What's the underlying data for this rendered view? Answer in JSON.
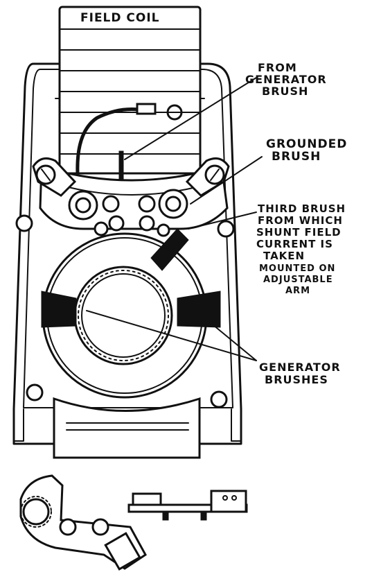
{
  "labels": {
    "field_coil": "FIELD COIL",
    "from_generator_brush": [
      "FROM",
      "GENERATOR",
      "BRUSH"
    ],
    "grounded_brush": [
      "GROUNDED",
      "BRUSH"
    ],
    "third_brush": [
      "THIRD BRUSH",
      "FROM WHICH",
      "SHUNT FIELD",
      "CURRENT IS",
      "TAKEN"
    ],
    "mounted_on": [
      "MOUNTED ON",
      "ADJUSTABLE",
      "ARM"
    ],
    "generator_brushes": [
      "GENERATOR",
      "BRUSHES"
    ]
  }
}
